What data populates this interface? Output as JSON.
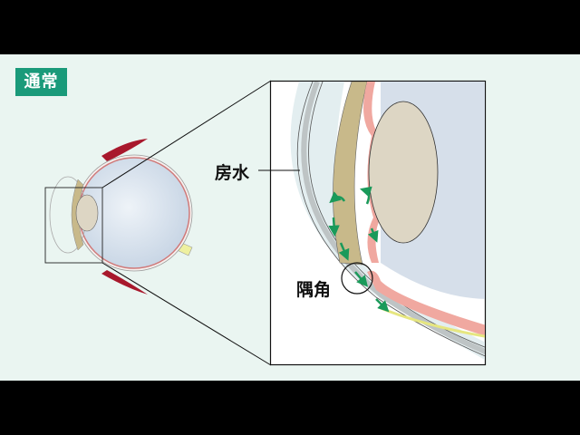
{
  "badge": {
    "label": "通常"
  },
  "labels": {
    "aqueous_humor": "房水",
    "angle": "隅角"
  },
  "colors": {
    "badge": "#1a9a7a",
    "background": "#eaf5f1",
    "arrow": "#1a9a5a",
    "iris": "#c8b98a",
    "lens": "#ddd6c4",
    "muscle": "#a8182c"
  }
}
